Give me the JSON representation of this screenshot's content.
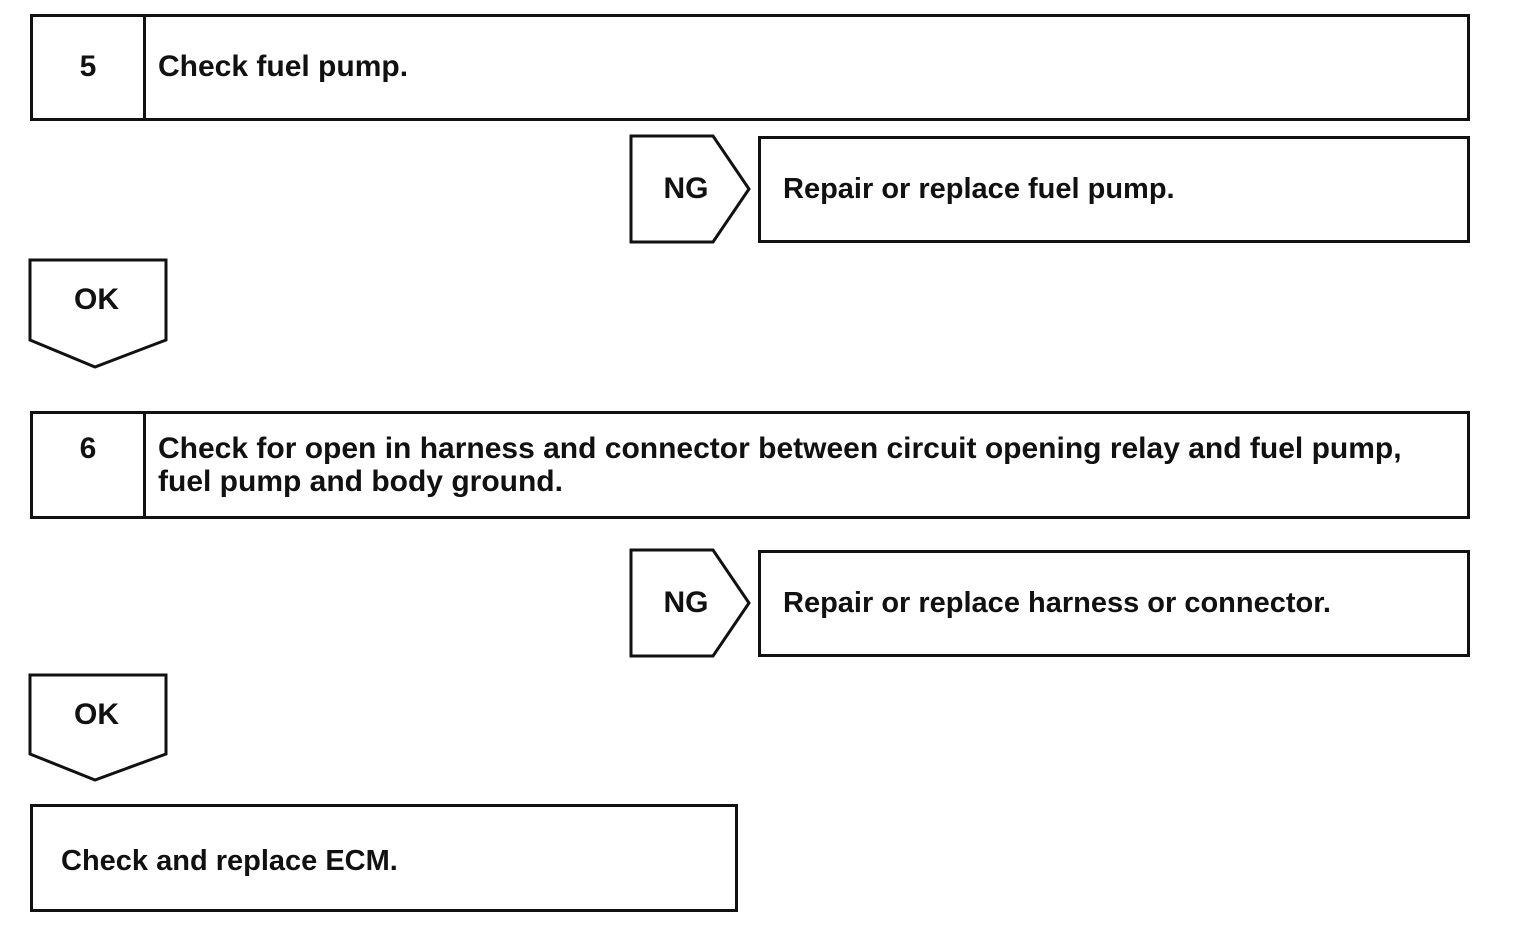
{
  "steps": [
    {
      "number": "5",
      "text": "Check fuel pump.",
      "ng_label": "NG",
      "ng_action": "Repair or replace fuel pump.",
      "ok_label": "OK"
    },
    {
      "number": "6",
      "text": "Check for open in harness and connector between circuit opening relay and fuel pump, fuel pump and body ground.",
      "ng_label": "NG",
      "ng_action": "Repair or replace harness or connector.",
      "ok_label": "OK"
    }
  ],
  "final_action": "Check and replace ECM."
}
